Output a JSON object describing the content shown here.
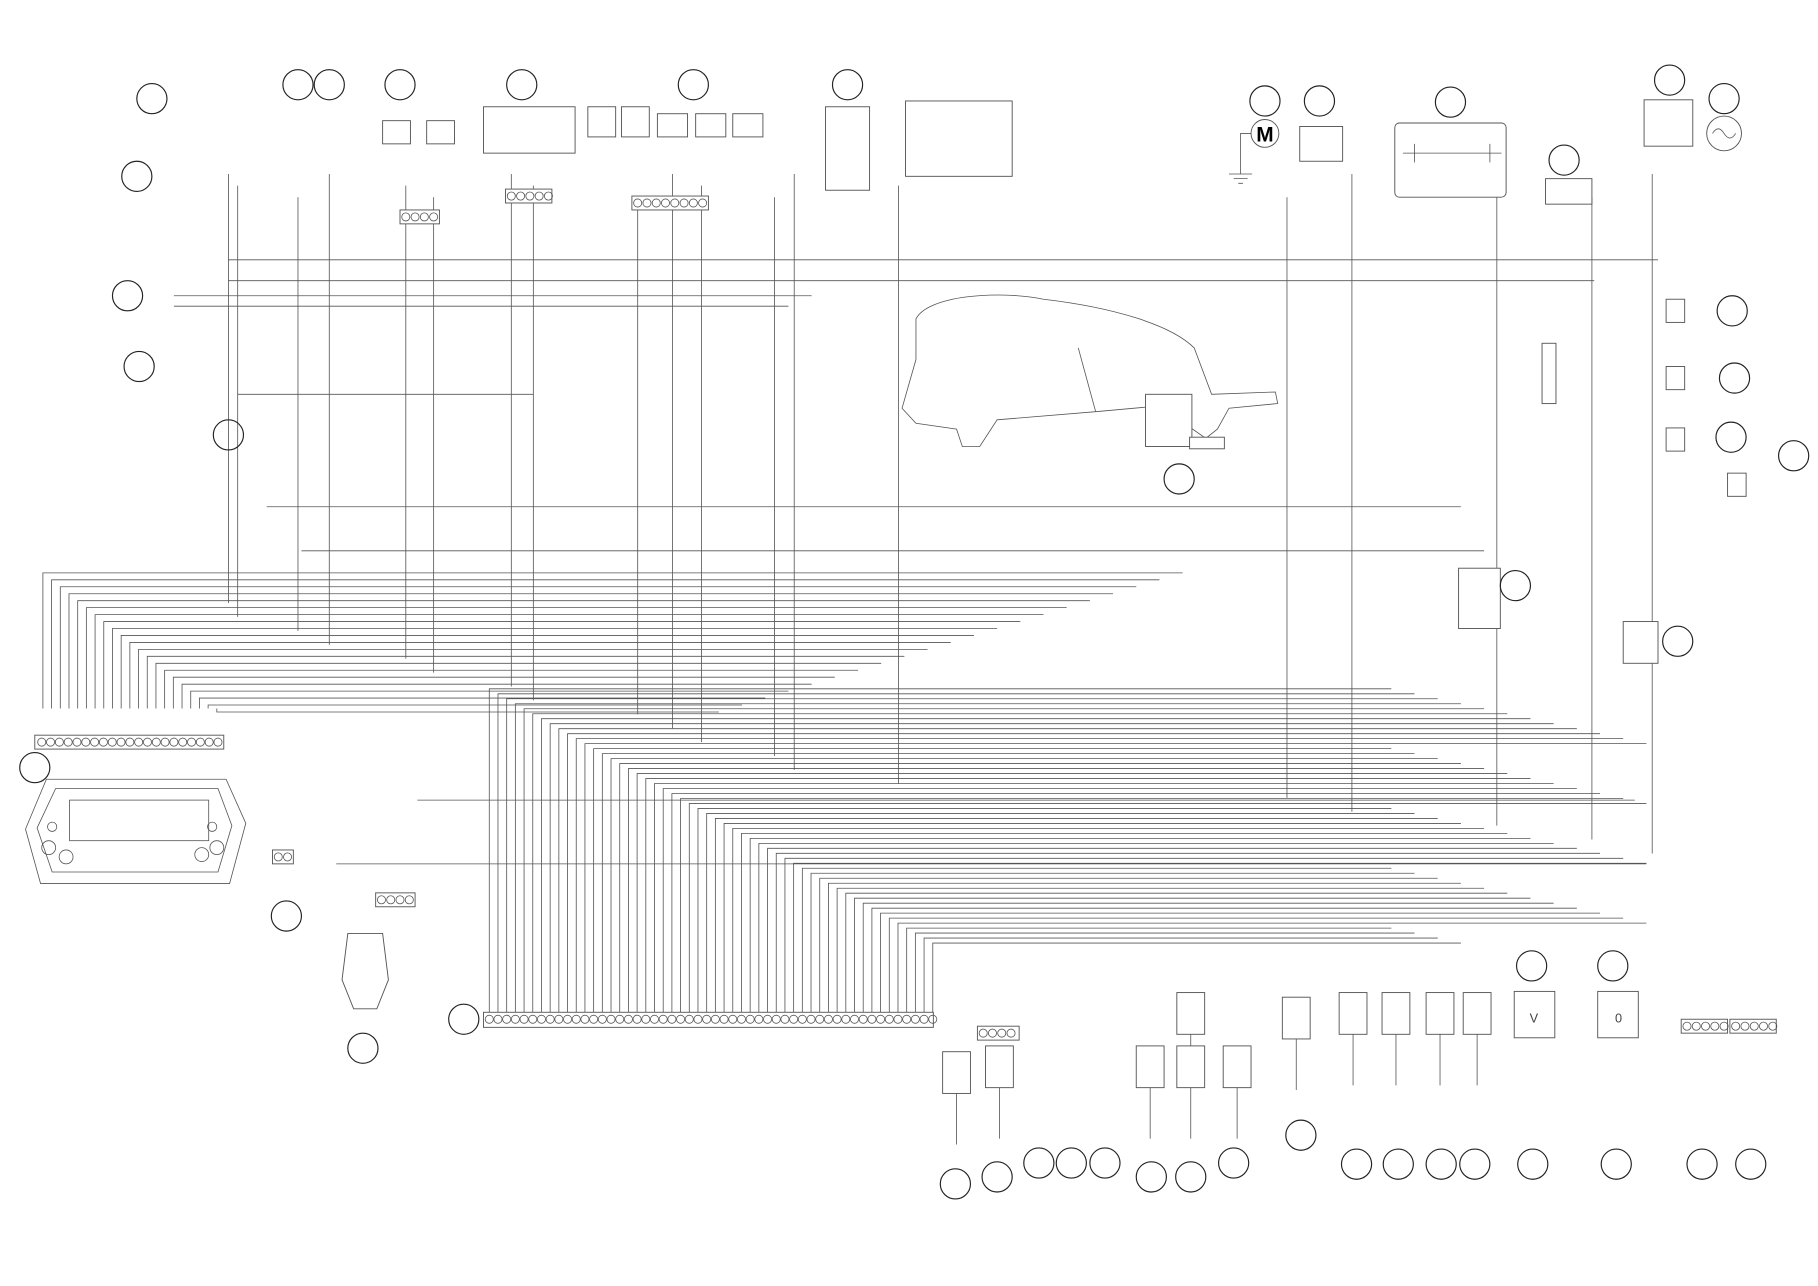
{
  "diagram": {
    "type": "wiring-schematic",
    "callout_count": 49,
    "motor_label": "M",
    "sensor_labels": [
      "V",
      "0"
    ],
    "colors": {
      "line": "#555555",
      "callout": "#222222",
      "background": "#ffffff"
    }
  }
}
